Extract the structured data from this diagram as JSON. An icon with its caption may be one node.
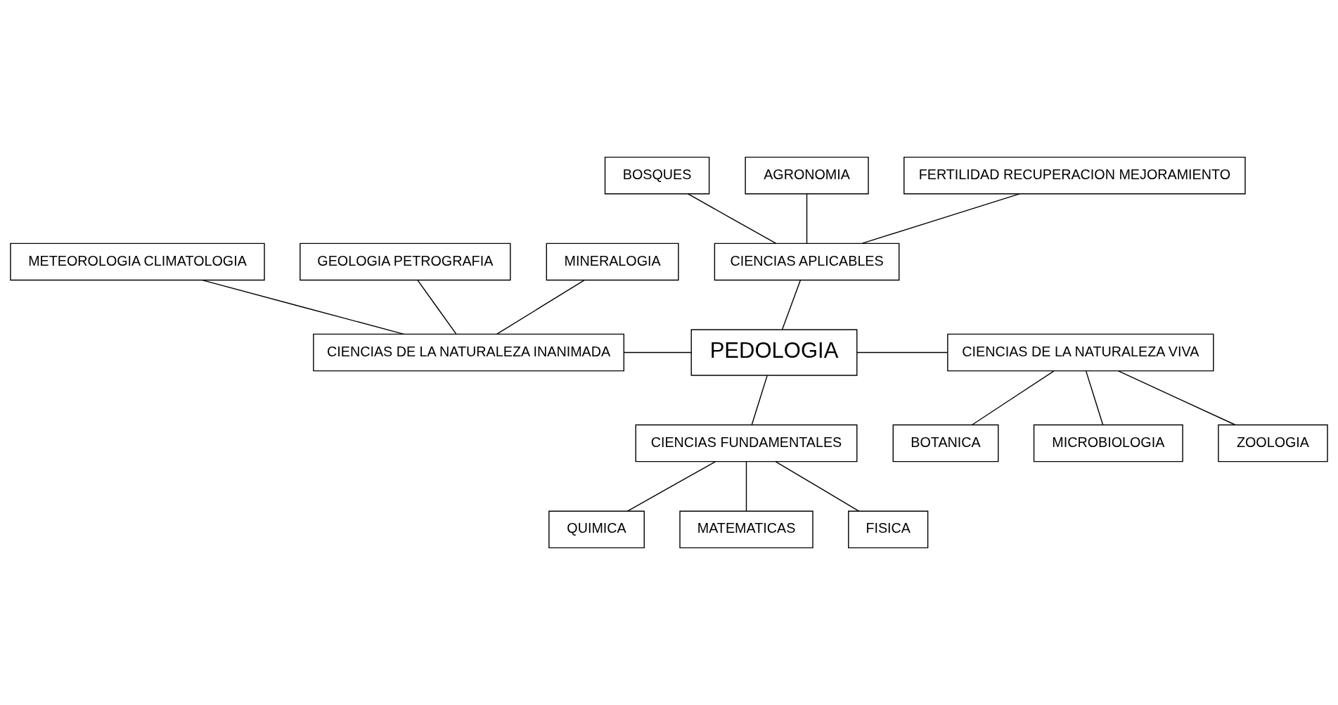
{
  "diagram": {
    "nodes": [
      {
        "text": [
          "PEDOLOGIA"
        ]
      },
      {
        "text": [
          "CIENCIAS APLICABLES"
        ]
      },
      {
        "text": [
          "BOSQUES"
        ]
      },
      {
        "text": [
          "AGRONOMIA"
        ]
      },
      {
        "text": [
          "FERTILIDAD RECUPERACION MEJORAMIENTO"
        ]
      },
      {
        "text": [
          "CIENCIAS DE LA NATURALEZA INANIMADA"
        ]
      },
      {
        "text": [
          "METEOROLOGIA CLIMATOLOGIA"
        ]
      },
      {
        "text": [
          "GEOLOGIA PETROGRAFIA"
        ]
      },
      {
        "text": [
          "MINERALOGIA"
        ]
      },
      {
        "text": [
          "CIENCIAS DE LA NATURALEZA VIVA"
        ]
      },
      {
        "text": [
          "ZOOLOGIA"
        ]
      },
      {
        "text": [
          "BOTANICA"
        ]
      },
      {
        "text": [
          "MICROBIOLOGIA"
        ]
      },
      {
        "text": [
          "CIENCIAS FUNDAMENTALES"
        ]
      },
      {
        "text": [
          "QUIMICA"
        ]
      },
      {
        "text": [
          "MATEMATICAS"
        ]
      },
      {
        "text": [
          "FISICA"
        ]
      }
    ],
    "edges": [
      {
        "from": 2,
        "to": 1,
        "arrow": "none"
      },
      {
        "from": 3,
        "to": 1,
        "arrow": "none"
      },
      {
        "from": 4,
        "to": 1,
        "arrow": "none"
      },
      {
        "from": 1,
        "to": 0,
        "arrow": "none"
      },
      {
        "from": 6,
        "to": 5,
        "arrow": "none"
      },
      {
        "from": 7,
        "to": 5,
        "arrow": "none"
      },
      {
        "from": 8,
        "to": 5,
        "arrow": "none"
      },
      {
        "from": 5,
        "to": 0,
        "arrow": "none"
      },
      {
        "from": 0,
        "to": 9,
        "arrow": "none"
      },
      {
        "from": 9,
        "to": 10,
        "arrow": "none"
      },
      {
        "from": 9,
        "to": 11,
        "arrow": "none"
      },
      {
        "from": 9,
        "to": 12,
        "arrow": "none"
      },
      {
        "from": 0,
        "to": 13,
        "arrow": "none"
      },
      {
        "from": 13,
        "to": 14,
        "arrow": "none"
      },
      {
        "from": 13,
        "to": 15,
        "arrow": "none"
      },
      {
        "from": 13,
        "to": 16,
        "arrow": "none"
      }
    ]
  }
}
